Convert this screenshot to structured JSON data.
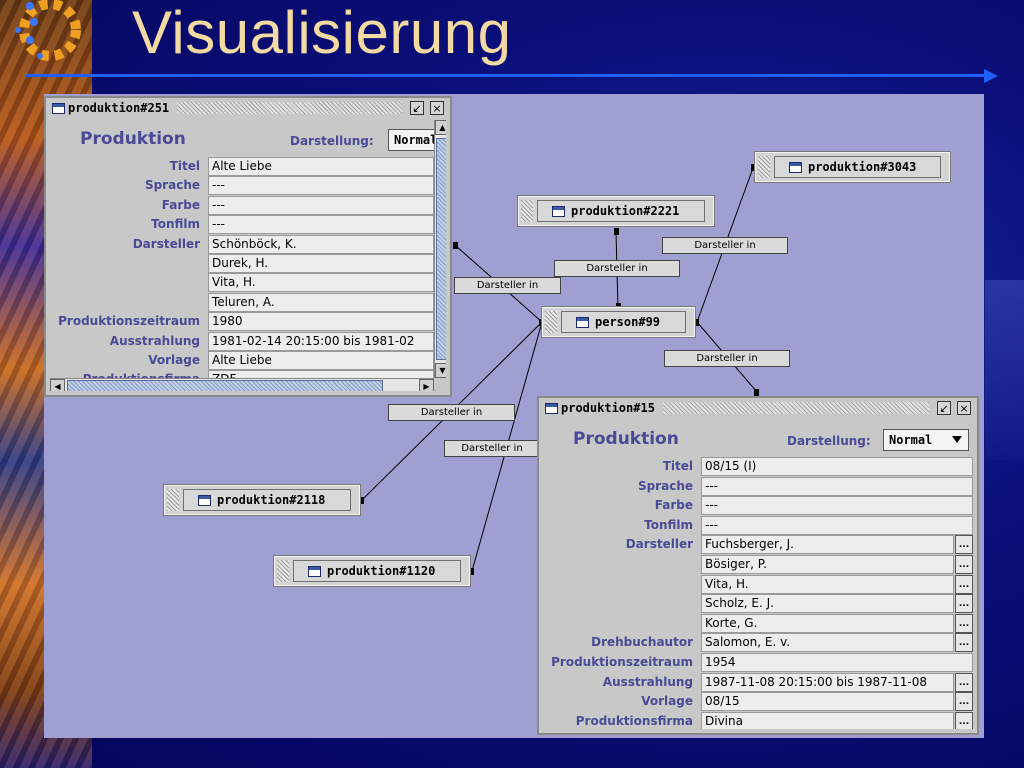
{
  "slide": {
    "title": "Visualisierung",
    "colors": {
      "title": "#f3d9a2",
      "rule": "#2060ff",
      "canvas": "#9f9fd2",
      "label_blue": "#4a4a96"
    }
  },
  "icons": {
    "node": "window-icon",
    "minimize": "iconify-icon",
    "close": "close-icon",
    "dropdown": "chevron-down-icon"
  },
  "nodes": {
    "p3043": "produktion#3043",
    "p2221": "produktion#2221",
    "person99": "person#99",
    "p2118": "produktion#2118",
    "p1120": "produktion#1120"
  },
  "edges": {
    "e1": "Darsteller in",
    "e2": "Darsteller in",
    "e3": "Darsteller in",
    "e4": "Darsteller in",
    "e5": "Darsteller in",
    "e6": "Darsteller in"
  },
  "frame251": {
    "title": "produktion#251",
    "header": "Produktion",
    "darstellung_label": "Darstellung:",
    "darstellung_value": "Normal",
    "rows": [
      {
        "label": "Titel",
        "value": "Alte Liebe"
      },
      {
        "label": "Sprache",
        "value": "---"
      },
      {
        "label": "Farbe",
        "value": "---"
      },
      {
        "label": "Tonfilm",
        "value": "---"
      },
      {
        "label": "Darsteller",
        "value": "Schönböck, K."
      },
      {
        "label": "",
        "value": "Durek, H."
      },
      {
        "label": "",
        "value": "Vita, H."
      },
      {
        "label": "",
        "value": "Teluren, A."
      },
      {
        "label": "Produktionszeitraum",
        "value": "1980"
      },
      {
        "label": "Ausstrahlung",
        "value": "1981-02-14 20:15:00 bis 1981-02"
      },
      {
        "label": "Vorlage",
        "value": "Alte Liebe"
      },
      {
        "label": "Produktionsfirma",
        "value": "ZDF"
      }
    ]
  },
  "frame15": {
    "title": "produktion#15",
    "header": "Produktion",
    "darstellung_label": "Darstellung:",
    "darstellung_value": "Normal",
    "more_label": "...",
    "rows": [
      {
        "label": "Titel",
        "value": "08/15 (I)",
        "more": false
      },
      {
        "label": "Sprache",
        "value": "---",
        "more": false
      },
      {
        "label": "Farbe",
        "value": "---",
        "more": false
      },
      {
        "label": "Tonfilm",
        "value": "---",
        "more": false
      },
      {
        "label": "Darsteller",
        "value": "Fuchsberger, J.",
        "more": true
      },
      {
        "label": "",
        "value": "Bösiger, P.",
        "more": true
      },
      {
        "label": "",
        "value": "Vita, H.",
        "more": true
      },
      {
        "label": "",
        "value": "Scholz, E. J.",
        "more": true
      },
      {
        "label": "",
        "value": "Korte, G.",
        "more": true
      },
      {
        "label": "Drehbuchautor",
        "value": "Salomon, E. v.",
        "more": true
      },
      {
        "label": "Produktionszeitraum",
        "value": "1954",
        "more": false
      },
      {
        "label": "Ausstrahlung",
        "value": "1987-11-08 20:15:00 bis 1987-11-08",
        "more": true
      },
      {
        "label": "Vorlage",
        "value": "08/15",
        "more": true
      },
      {
        "label": "Produktionsfirma",
        "value": "Divina",
        "more": true
      }
    ]
  }
}
